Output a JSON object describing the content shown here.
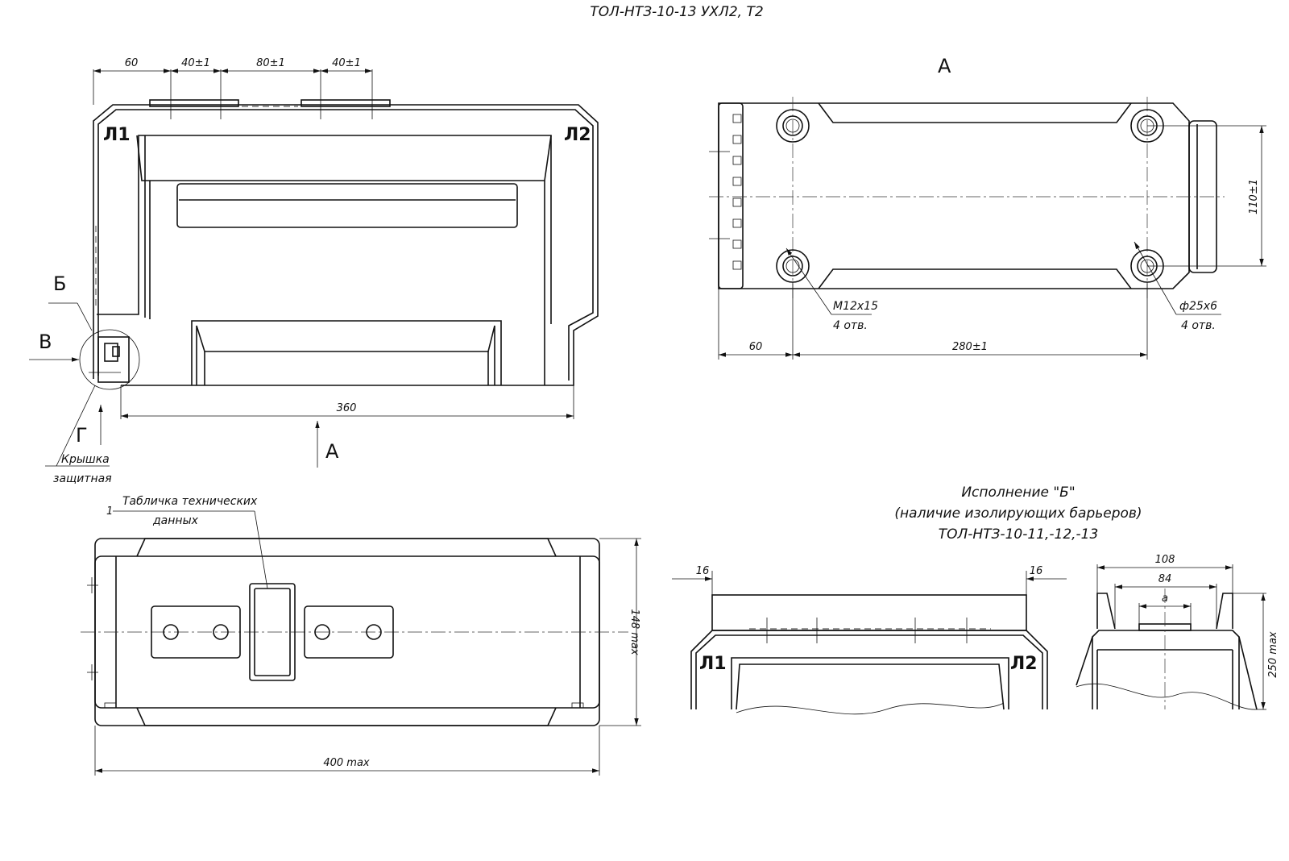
{
  "title": "ТОЛ-НТЗ-10-13 УХЛ2, Т2",
  "front_view": {
    "dims_top": [
      "60",
      "40±1",
      "80±1",
      "40±1"
    ],
    "dim_width": "360",
    "terminal_left": "Л1",
    "terminal_right": "Л2",
    "view_b": "Б",
    "view_v": "В",
    "view_g": "Г",
    "view_a": "А",
    "cover_line1": "Крышка",
    "cover_line2": "защитная"
  },
  "bottom_view": {
    "label": "А",
    "dim_height": "110±1",
    "dim_left": "60",
    "dim_span": "280±1",
    "hole_thread": "М12х15",
    "hole_thread_qty": "4 отв.",
    "hole_dia": "ф25х6",
    "hole_dia_qty": "4 отв."
  },
  "top_view": {
    "plate_num": "1",
    "plate_line1": "Табличка технических",
    "plate_line2": "данных",
    "dim_height": "148 max",
    "dim_width": "400 max"
  },
  "variant_b": {
    "title_line1": "Исполнение \"Б\"",
    "title_line2": "(наличие изолирующих барьеров)",
    "title_line3": "ТОЛ-НТЗ-10-11,-12,-13",
    "dim_left": "16",
    "dim_right": "16",
    "terminal_left": "Л1",
    "terminal_right": "Л2",
    "dim_108": "108",
    "dim_84": "84",
    "dim_a": "а",
    "dim_height": "250 max"
  }
}
